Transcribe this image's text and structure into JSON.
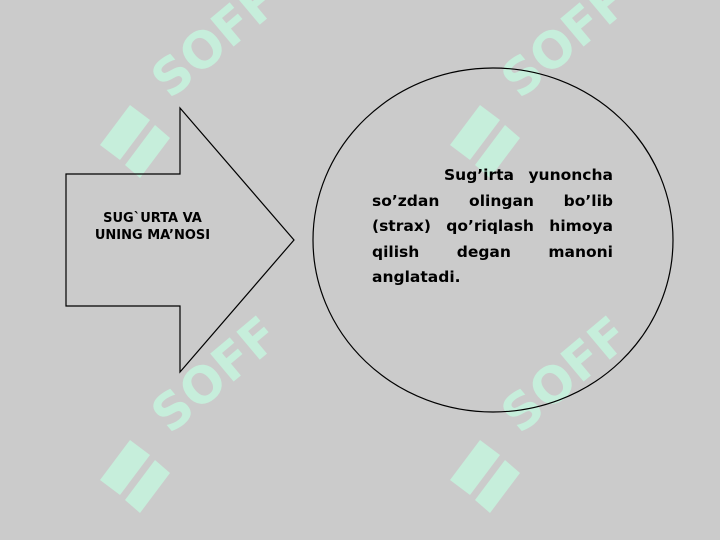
{
  "colors": {
    "background": "#cbcbcb",
    "shape_stroke": "#000000",
    "watermark": "#c6eedb"
  },
  "watermark": {
    "text": "SOFF",
    "icon": "soff-logo-icon"
  },
  "arrow": {
    "line1": "SUG`URTA VA",
    "line2": "UNING MA’NOSI"
  },
  "ellipse": {
    "text": "Sug’irta yunoncha so’zdan olingan bo’lib (strax) qo’riqlash himoya qilish degan manoni anglatadi."
  }
}
